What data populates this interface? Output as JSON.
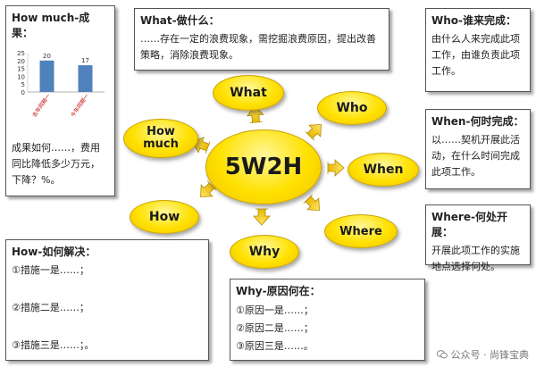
{
  "how_much": {
    "title": "How much-成果：",
    "chart_data": {
      "type": "bar",
      "categories": [
        "去年同期一",
        "今年同期一"
      ],
      "values": [
        20,
        17
      ],
      "ylim": [
        0,
        25
      ],
      "yticks": [
        0,
        5,
        10,
        15,
        20,
        25
      ],
      "color": "#4f81bd"
    },
    "text": "成果如何……，费用同比降低多少万元，下降？%。"
  },
  "what": {
    "title": "What-做什么：",
    "text": "……存在一定的浪费现象，需挖掘浪费原因，提出改善策略，消除浪费现象。"
  },
  "who": {
    "title": "Who-谁来完成：",
    "text": "由什么人来完成此项工作，由谁负责此项工作。"
  },
  "when": {
    "title": "When-何时完成：",
    "text": "以……契机开展此活动，在什么时间完成此项工作。"
  },
  "where": {
    "title": "Where-何处开展：",
    "text": "开展此项工作的实施地点选择何处。"
  },
  "how": {
    "title": "How-如何解决：",
    "items": [
      "①措施一是……；",
      "②措施二是……；",
      "③措施三是……；。"
    ]
  },
  "why": {
    "title": "Why-原因何在：",
    "items": [
      "①原因一是……；",
      "②原因二是……；",
      "③原因三是……。"
    ]
  },
  "center": "5W2H",
  "nodes": {
    "what": "What",
    "who": "Who",
    "when": "When",
    "where": "Where",
    "why": "Why",
    "how": "How",
    "how_much_line1": "How",
    "how_much_line2": "much"
  },
  "watermark": "公众号 · 尚锋宝典",
  "colors": {
    "ellipse": "#ffe100",
    "arrow": "#f3c400",
    "bar": "#4f81bd"
  }
}
